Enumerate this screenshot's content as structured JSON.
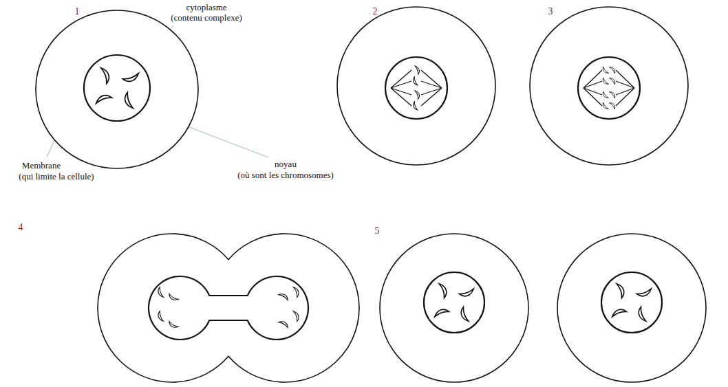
{
  "diagram": {
    "labels": [
      "1",
      "cytoplasme",
      "(contenu complexe)",
      "Membrane",
      "(qui limite la cellule)",
      "noyau",
      "(où sont les chromosomes)",
      "2",
      "3",
      "4",
      "5"
    ]
  }
}
